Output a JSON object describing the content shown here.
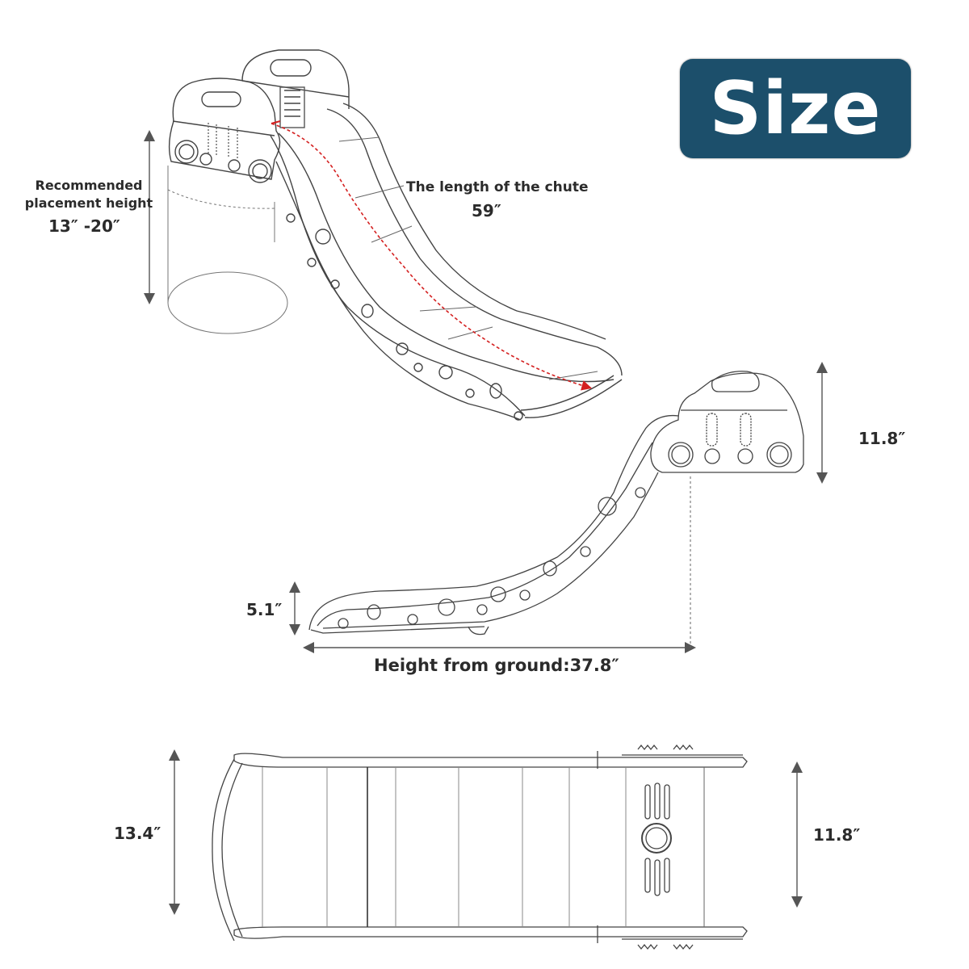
{
  "title_badge": {
    "text": "Size",
    "bg_color": "#1c4f6b",
    "text_color": "#ffffff"
  },
  "perspective_view": {
    "placement_label_line1": "Recommended",
    "placement_label_line2": "placement height",
    "placement_value": "13″  -20″",
    "chute_label": "The length of the chute",
    "chute_value": "59″",
    "chute_arrow_color": "#d42020"
  },
  "side_view": {
    "platform_height": "11.8″",
    "end_height": "5.1″",
    "ground_label": "Height from ground:37.8″"
  },
  "top_view": {
    "width_left": "13.4″",
    "width_right": "11.8″"
  },
  "colors": {
    "line": "#555555",
    "text": "#2b2b2b",
    "dimension": "#555555"
  }
}
